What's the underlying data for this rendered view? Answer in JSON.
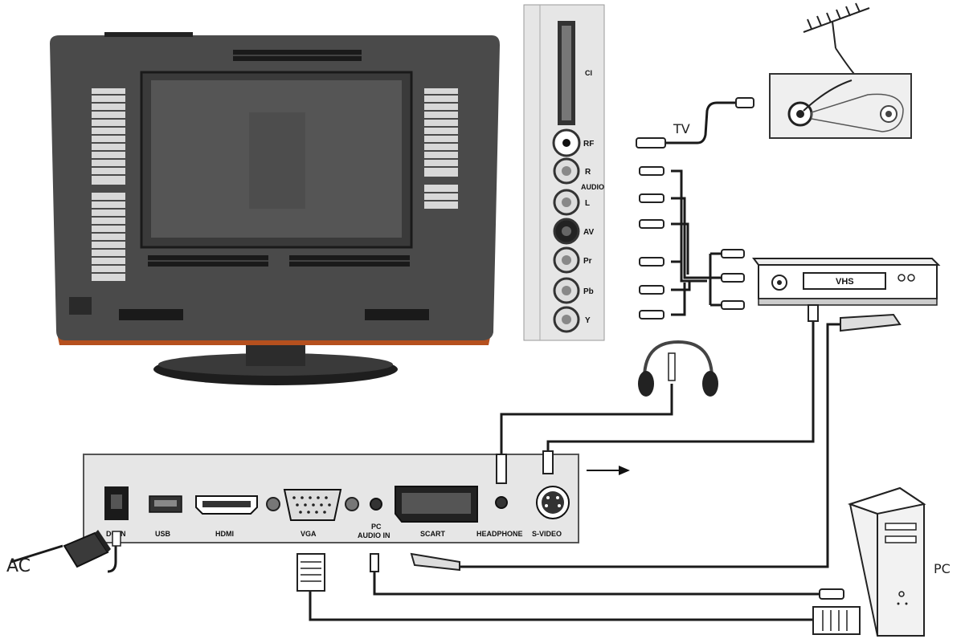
{
  "side_panel": {
    "ci": "CI",
    "rf": "RF",
    "r": "R",
    "audio": "AUDIO",
    "l": "L",
    "av": "AV",
    "pr": "Pr",
    "pb": "Pb",
    "y": "Y"
  },
  "bottom_panel": {
    "dc_in": "DC IN",
    "usb": "USB",
    "hdmi": "HDMI",
    "vga": "VGA",
    "pc_audio_line1": "PC",
    "pc_audio_line2": "AUDIO IN",
    "scart": "SCART",
    "headphone": "HEADPHONE",
    "s_video": "S-VIDEO"
  },
  "devices": {
    "tv": "TV",
    "vhs": "VHS",
    "pc": "PC",
    "ac": "AC"
  },
  "colors": {
    "tv_body": "#4a4a4a",
    "tv_trim": "#b5501e",
    "panel_bg": "#e6e6e6",
    "cable": "#1a1a1a"
  }
}
